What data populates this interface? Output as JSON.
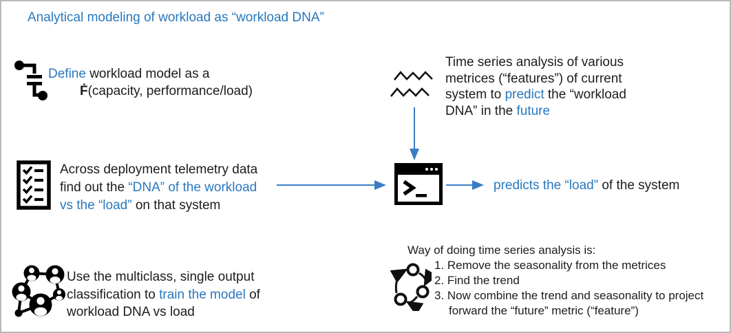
{
  "colors": {
    "blue": "#2878be",
    "arrow": "#3b7dc4",
    "ink": "#1c1c1c",
    "border": "#b9b9b9"
  },
  "header": {
    "title": "Analytical modeling of workload as “workload DNA”"
  },
  "icons": {
    "define": "flowchart-icon",
    "time_series": "zigzag-icon",
    "telemetry": "checklist-icon",
    "processor": "terminal-icon",
    "train": "network-icon",
    "steps": "cycle-icon"
  },
  "blocks": {
    "define": {
      "lines": [
        {
          "ind": 0,
          "segs": [
            {
              "t": "Define ",
              "c": "b"
            },
            {
              "t": "workload model as a",
              "c": ""
            }
          ]
        },
        {
          "ind": 46,
          "segs": [
            {
              "t": "Ḟ",
              "c": "bd"
            },
            {
              "t": "(capacity, performance/load)",
              "c": ""
            }
          ]
        }
      ]
    },
    "time_series": {
      "lines": [
        {
          "ind": 0,
          "segs": [
            {
              "t": "Time series analysis of various",
              "c": ""
            }
          ]
        },
        {
          "ind": 0,
          "segs": [
            {
              "t": "metrices (“features”) of current",
              "c": ""
            }
          ]
        },
        {
          "ind": 0,
          "segs": [
            {
              "t": "system to ",
              "c": ""
            },
            {
              "t": "predict",
              "c": "b"
            },
            {
              "t": " the “workload",
              "c": ""
            }
          ]
        },
        {
          "ind": 0,
          "segs": [
            {
              "t": "DNA” in the ",
              "c": ""
            },
            {
              "t": "future",
              "c": "b"
            }
          ]
        }
      ]
    },
    "telemetry": {
      "lines": [
        {
          "ind": 0,
          "segs": [
            {
              "t": "Across deployment telemetry data",
              "c": ""
            }
          ]
        },
        {
          "ind": 0,
          "segs": [
            {
              "t": "find out the ",
              "c": ""
            },
            {
              "t": "“DNA” of the workload",
              "c": "b"
            }
          ]
        },
        {
          "ind": 0,
          "segs": [
            {
              "t": "vs the “load”",
              "c": "b"
            },
            {
              "t": " on that system",
              "c": ""
            }
          ]
        }
      ]
    },
    "predicts": {
      "lines": [
        {
          "ind": 0,
          "segs": [
            {
              "t": "predicts the “load”",
              "c": "b"
            },
            {
              "t": " of the system",
              "c": ""
            }
          ]
        }
      ]
    },
    "train": {
      "lines": [
        {
          "ind": 0,
          "segs": [
            {
              "t": "Use the multiclass, single output",
              "c": ""
            }
          ]
        },
        {
          "ind": 0,
          "segs": [
            {
              "t": "classification to ",
              "c": ""
            },
            {
              "t": "train the model",
              "c": "b"
            },
            {
              "t": " of",
              "c": ""
            }
          ]
        },
        {
          "ind": 0,
          "segs": [
            {
              "t": "workload DNA vs load",
              "c": ""
            }
          ]
        }
      ]
    },
    "steps": {
      "heading": "Way of doing time series analysis is:",
      "lines": [
        {
          "ind": 0,
          "segs": [
            {
              "t": "1. Remove the seasonality from the metrices",
              "c": ""
            }
          ]
        },
        {
          "ind": 0,
          "segs": [
            {
              "t": "2. Find the trend",
              "c": ""
            }
          ]
        },
        {
          "ind": 0,
          "segs": [
            {
              "t": "3. Now combine the trend and seasonality to project",
              "c": ""
            }
          ]
        },
        {
          "ind": 21,
          "segs": [
            {
              "t": "forward the “future” metric (“feature”)",
              "c": ""
            }
          ]
        }
      ]
    }
  }
}
